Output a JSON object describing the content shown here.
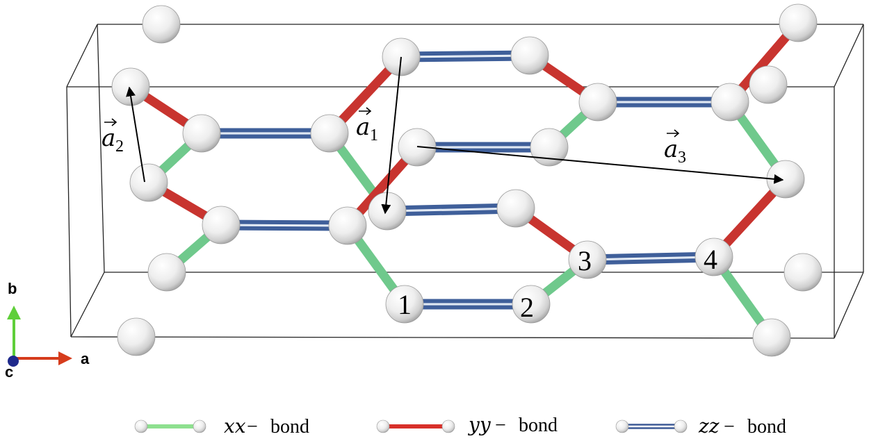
{
  "structure": {
    "site_labels": [
      "1",
      "2",
      "3",
      "4"
    ],
    "lattice_vectors": [
      {
        "symbol": "a",
        "subscript": "1"
      },
      {
        "symbol": "a",
        "subscript": "2"
      },
      {
        "symbol": "a",
        "subscript": "3"
      }
    ]
  },
  "axes": {
    "vertical": "b",
    "horizontal": "a",
    "depth": "c",
    "colors": {
      "a": "#d63c1c",
      "b": "#5fcf3a",
      "c": "#1f2a8c"
    }
  },
  "bond_colors": {
    "xx": "#6fc98c",
    "yy": "#c8342f",
    "zz": "#3f5f9a"
  },
  "legend": [
    {
      "bond": "xx",
      "math": "xx",
      "label": "bond",
      "color": "#8ee08f"
    },
    {
      "bond": "yy",
      "math": "yy",
      "label": "bond",
      "color": "#d8302a"
    },
    {
      "bond": "zz",
      "math": "zz",
      "label": "bond",
      "color": "#3d5a96"
    }
  ]
}
